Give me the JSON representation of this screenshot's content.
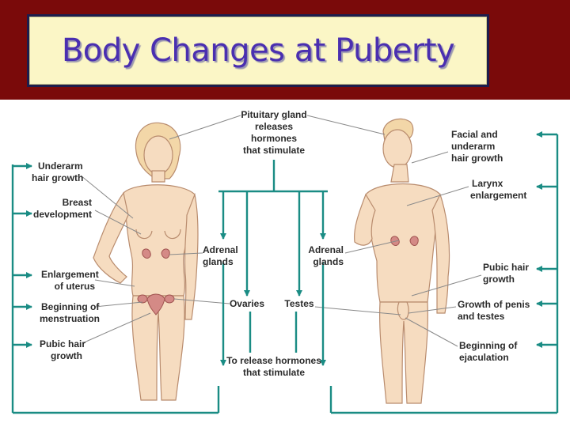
{
  "title": "Body Changes at Puberty",
  "labels": {
    "pituitary": [
      "Pituitary gland",
      "releases",
      "hormones",
      "that stimulate"
    ],
    "underarm_hair": [
      "Underarm",
      "hair growth"
    ],
    "breast_development": [
      "Breast",
      "development"
    ],
    "adrenal_left": [
      "Adrenal",
      "glands"
    ],
    "adrenal_right": [
      "Adrenal",
      "glands"
    ],
    "enlargement_uterus": [
      "Enlargement",
      "of uterus"
    ],
    "menstruation": [
      "Beginning of",
      "menstruation"
    ],
    "pubic_hair_female": [
      "Pubic hair",
      "growth"
    ],
    "ovaries": [
      "Ovaries"
    ],
    "testes": [
      "Testes"
    ],
    "release_hormones": [
      "To release hormones",
      "that stimulate"
    ],
    "facial_hair": [
      "Facial and",
      "underarm",
      "hair growth"
    ],
    "larynx": [
      "Larynx",
      "enlargement"
    ],
    "pubic_hair_male": [
      "Pubic hair",
      "growth"
    ],
    "penis_growth": [
      "Growth of penis",
      "and testes"
    ],
    "ejaculation": [
      "Beginning of",
      "ejaculation"
    ]
  },
  "colors": {
    "arrow": "#1a8c84",
    "skin": "#f6dcc0",
    "skin_line": "#b98c6e",
    "gland": "#d48a86",
    "header": "#7a0a0a",
    "title_bg": "#fbf6c6",
    "title_text": "#4a2fb0"
  }
}
